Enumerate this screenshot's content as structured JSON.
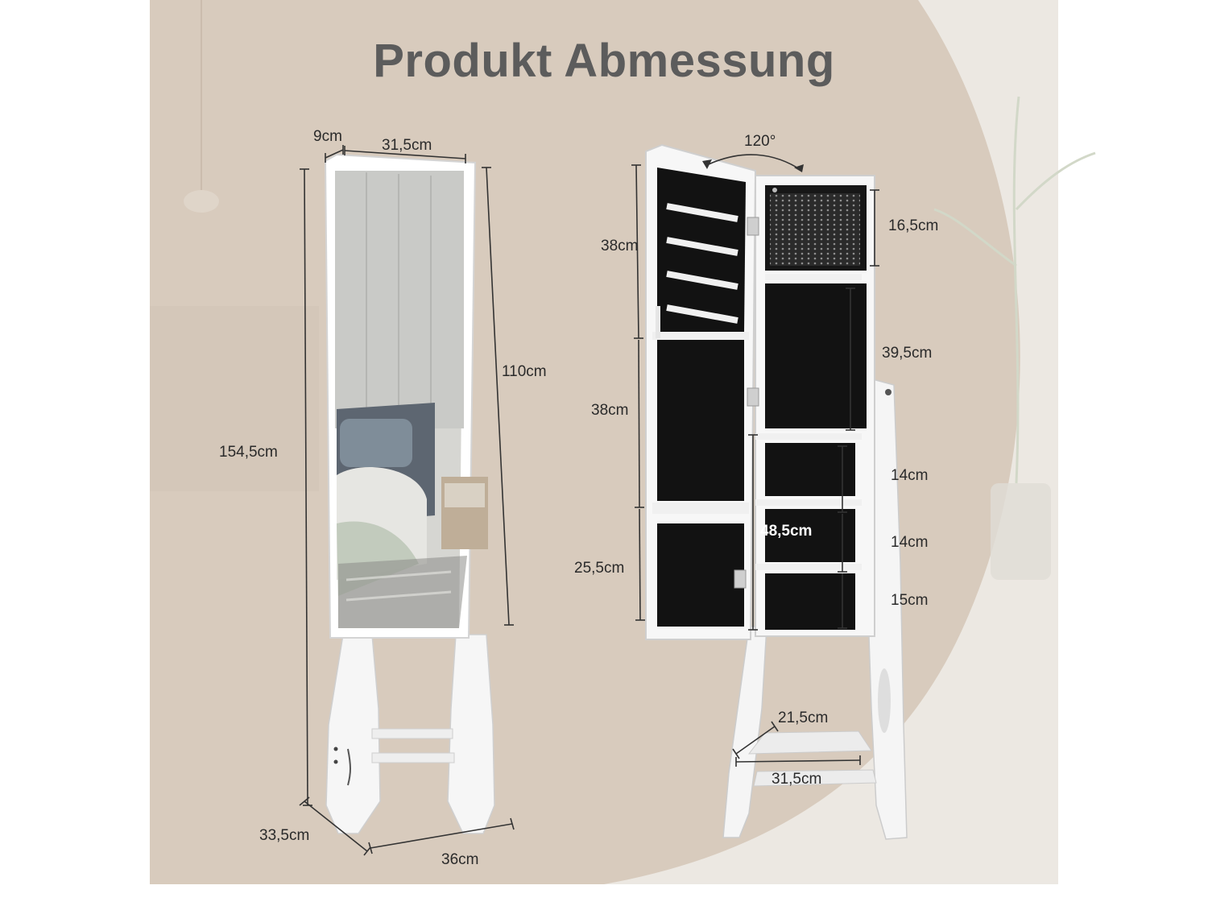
{
  "title": "Produkt Abmessung",
  "left_mirror": {
    "depth": "9cm",
    "width": "31,5cm",
    "mirror_height": "110cm",
    "total_height": "154,5cm",
    "base_depth": "33,5cm",
    "base_width": "36cm"
  },
  "right_cabinet": {
    "open_angle": "120°",
    "door_section_1": "38cm",
    "door_section_2": "38cm",
    "door_section_3": "25,5cm",
    "top_compartment": "16,5cm",
    "necklace_area": "39,5cm",
    "shelf_1": "14cm",
    "shelf_2": "14cm",
    "shelf_3": "15cm",
    "lower_area": "48,5cm",
    "stand_depth": "21,5cm",
    "stand_width": "31,5cm"
  },
  "colors": {
    "background_beige": "#d8cbbd",
    "title_gray": "#5c5c5c",
    "cabinet_white": "#f7f7f7",
    "interior_black": "#121212",
    "dimension_line": "#333333"
  }
}
